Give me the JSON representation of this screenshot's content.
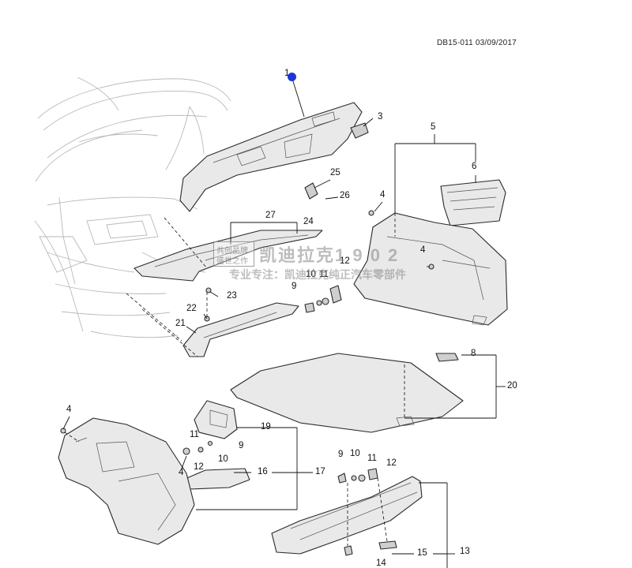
{
  "diagram_code": "DB15-011 03/09/2017",
  "watermark": {
    "line1": "共创品牌",
    "line2": "盛世之作",
    "line3": "凯迪拉克1 9 0 2",
    "line4": "专业专注：凯迪拉克纯正汽车零部件"
  },
  "colors": {
    "marker": "#1f36d6",
    "line": "#111111",
    "part_fill": "#e9e9e9"
  },
  "callouts": {
    "c1": "1",
    "c3": "3",
    "c5": "5",
    "c6": "6",
    "c4a": "4",
    "c4b": "4",
    "c4c": "4",
    "c4d": "4",
    "c25": "25",
    "c26": "26",
    "c27": "27",
    "c24": "24",
    "c23": "23",
    "c22": "22",
    "c21": "21",
    "c9a": "9",
    "c10a": "10",
    "c11a": "11",
    "c12a": "12",
    "c8": "8",
    "c20": "20",
    "c19": "19",
    "c11b": "11",
    "c9b": "9",
    "c10b": "10",
    "c12b": "12",
    "c16": "16",
    "c17": "17",
    "c9c": "9",
    "c10c": "10",
    "c11c": "11",
    "c12c": "12",
    "c13": "13",
    "c14": "14",
    "c15": "15"
  }
}
